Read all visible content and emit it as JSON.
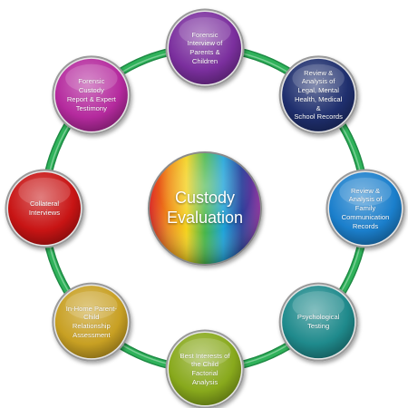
{
  "center": {
    "label": "Custody\nEvaluation"
  },
  "nodes": [
    {
      "id": "forensic-interview",
      "label": "Forensic\nInterview of\nParents &\nChildren",
      "color": "#7b2f9e"
    },
    {
      "id": "review-records",
      "label": "Review &\nAnalysis of\nLegal, Mental\nHealth, Medical &\nSchool Records",
      "color": "#1f2f6e"
    },
    {
      "id": "family-communication",
      "label": "Review &\nAnalysis of Family\nCommunication\nRecords",
      "color": "#1b7fcc"
    },
    {
      "id": "psychological-testing",
      "label": "Psychological\nTesting",
      "color": "#1f8a8c"
    },
    {
      "id": "best-interests",
      "label": "Best Interests of\nthe Child\nFactorial Analysis",
      "color": "#88a91c"
    },
    {
      "id": "home-assessment",
      "label": "In-Home Parent-\nChild Relationship\nAssessment",
      "color": "#c8a023"
    },
    {
      "id": "collateral-interviews",
      "label": "Collateral\nInterviews",
      "color": "#c81414"
    },
    {
      "id": "custody-report",
      "label": "Forensic Custody\nReport & Expert\nTestimony",
      "color": "#b52a9e"
    }
  ],
  "colors": {
    "ring": "#2fb25a",
    "ring_dark": "#1e8a44",
    "rainbow": [
      "#e0201b",
      "#ef8a1a",
      "#f4d21c",
      "#47b64a",
      "#1da3d8",
      "#2a3f9a",
      "#8a2c9c"
    ]
  }
}
